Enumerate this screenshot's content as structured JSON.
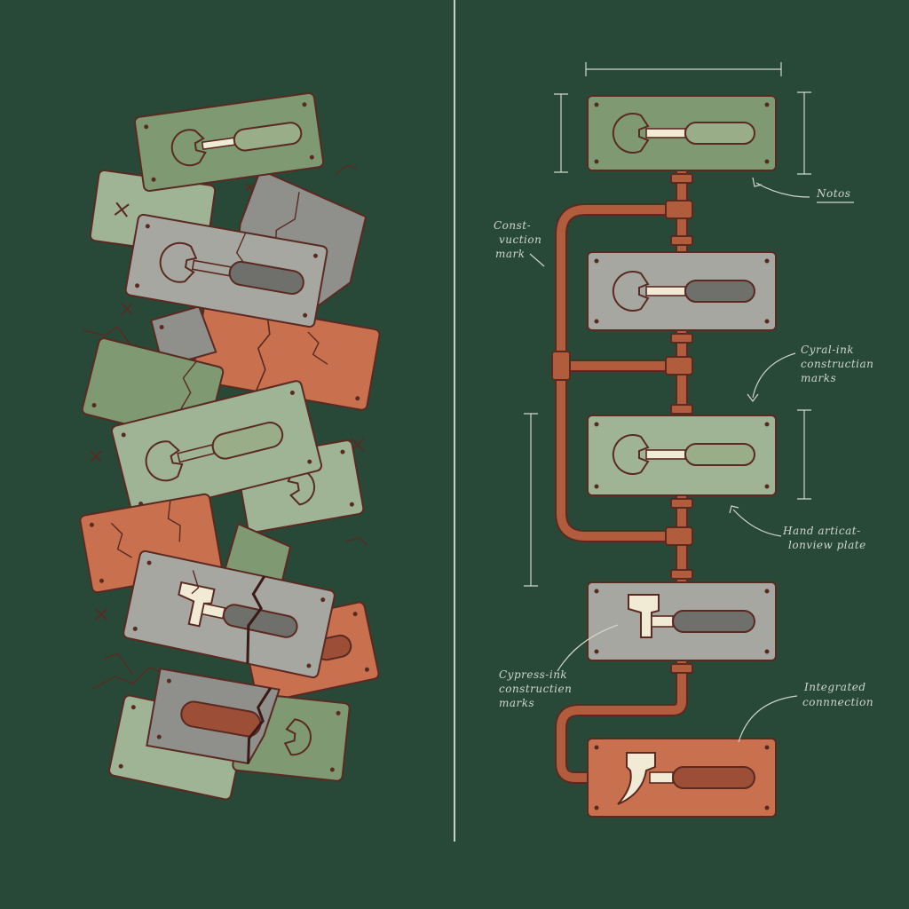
{
  "palette": {
    "background": "#284838",
    "divider": "#c8d2c6",
    "outline": "#5a2a22",
    "plate_green": "#7f9a72",
    "plate_light_green": "#9fb395",
    "plate_gray": "#a7a7a1",
    "plate_dark_gray": "#8f8f8b",
    "plate_rust": "#c9704f",
    "pipe": "#b05c3d",
    "tool_fill": "#f1ead4",
    "handle_green": "#98ad88",
    "handle_gray": "#6f6f6c",
    "handle_rust": "#9c4e36",
    "ink": "#cfd7c8"
  },
  "left_panel": {
    "description_icons": [
      "wrench-icon",
      "hammer-icon"
    ]
  },
  "right_panel": {
    "plates": [
      {
        "tool": "wrench-icon",
        "color": "#7f9a72",
        "handle": "#98ad88"
      },
      {
        "tool": "wrench-icon",
        "color": "#a7a7a1",
        "handle": "#6f6f6c"
      },
      {
        "tool": "wrench-icon",
        "color": "#9fb395",
        "handle": "#98ad88"
      },
      {
        "tool": "hammer-icon",
        "color": "#a7a7a1",
        "handle": "#6f6f6c"
      },
      {
        "tool": "hammer-icon",
        "color": "#c9704f",
        "handle": "#9c4e36"
      }
    ],
    "annotations": {
      "notes": "Notos",
      "construction_mark_1": "Const-",
      "construction_mark_2": "vuction",
      "construction_mark_3": "mark",
      "cyral_ink_1": "Cyral-ink",
      "cyral_ink_2": "constructian",
      "cyral_ink_3": "marks",
      "hand_artifact_1": "Hand articat-",
      "hand_artifact_2": "lonview plate",
      "cypress_ink_1": "Cypress-ink",
      "cypress_ink_2": "constructien",
      "cypress_ink_3": "marks",
      "integrated_1": "Integrated",
      "integrated_2": "connnection"
    }
  }
}
